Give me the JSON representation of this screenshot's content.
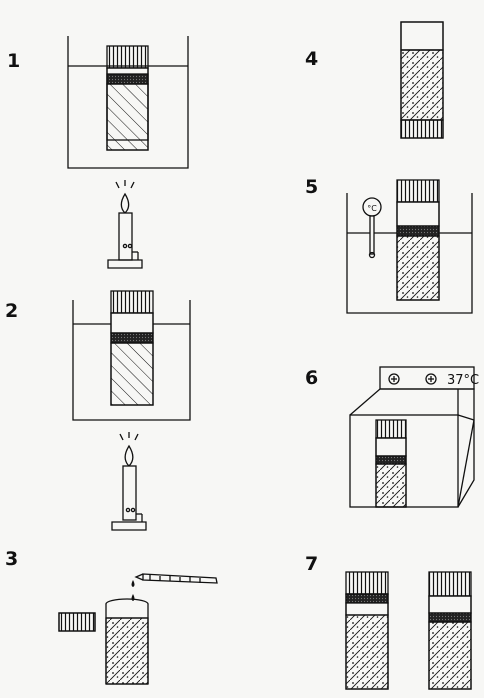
{
  "steps": [
    {
      "number": "1"
    },
    {
      "number": "2"
    },
    {
      "number": "3"
    },
    {
      "number": "4"
    },
    {
      "number": "5"
    },
    {
      "number": "6"
    },
    {
      "number": "7"
    }
  ],
  "incubator": {
    "temperature_label": "37°C"
  },
  "thermometer": {
    "dial_label": "°C"
  },
  "colors": {
    "ink": "#111111",
    "paper": "#f7f7f5"
  }
}
